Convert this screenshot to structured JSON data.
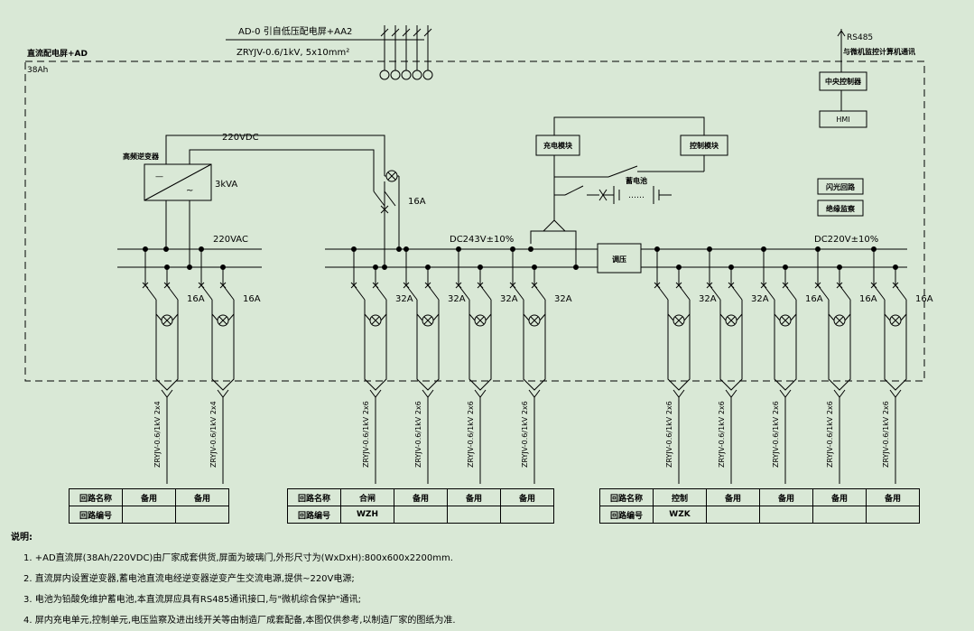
{
  "header": {
    "feed_line1": "AD-0 引自低压配电屏+AA2",
    "feed_line2": "ZRYJV-0.6/1kV, 5x10mm²",
    "panel_name": "直流配电屏+AD",
    "battery": "38Ah",
    "rs485": "RS485",
    "comm_note": "与微机监控计算机通讯"
  },
  "blocks": {
    "central_controller": "中央控制器",
    "hmi": "HMI",
    "charger": "充电模块",
    "control_module": "控制模块",
    "battery_label": "蓄电池",
    "battery_dots": "……",
    "flash_circuit": "闪光回路",
    "insulation_monitor": "绝缘监察",
    "inverter_title": "高频逆变器",
    "inverter_dc": "—",
    "inverter_ac": "~",
    "inverter_rating": "3kVA",
    "dc220_line": "220VDC",
    "ac_bus": "220VAC",
    "dc243_bus": "DC243V±10%",
    "dc220_bus": "DC220V±10%",
    "voltage_regulator": "调压",
    "switch_16a": "16A"
  },
  "feeders": [
    {
      "rating": "16A",
      "cable": "ZRYJV-0.6/1kV 2x4"
    },
    {
      "rating": "16A",
      "cable": "ZRYJV-0.6/1kV 2x4"
    },
    {
      "rating": "32A",
      "cable": "ZRYJV-0.6/1kV 2x6"
    },
    {
      "rating": "32A",
      "cable": "ZRYJV-0.6/1kV 2x6"
    },
    {
      "rating": "32A",
      "cable": "ZRYJV-0.6/1kV 2x6"
    },
    {
      "rating": "32A",
      "cable": "ZRYJV-0.6/1kV 2x6"
    },
    {
      "rating": "32A",
      "cable": "ZRYJV-0.6/1kV 2x6"
    },
    {
      "rating": "32A",
      "cable": "ZRYJV-0.6/1kV 2x6"
    },
    {
      "rating": "16A",
      "cable": "ZRYJV-0.6/1kV 2x6"
    },
    {
      "rating": "16A",
      "cable": "ZRYJV-0.6/1kV 2x6"
    },
    {
      "rating": "16A",
      "cable": "ZRYJV-0.6/1kV 2x6"
    }
  ],
  "tables": {
    "t1": {
      "row1": [
        "回路名称",
        "备用",
        "备用"
      ],
      "row2": [
        "回路编号",
        "",
        ""
      ]
    },
    "t2": {
      "row1": [
        "回路名称",
        "合闸",
        "备用",
        "备用",
        "备用"
      ],
      "row2": [
        "回路编号",
        "WZH",
        "",
        "",
        ""
      ]
    },
    "t3": {
      "row1": [
        "回路名称",
        "控制",
        "备用",
        "备用",
        "备用",
        "备用"
      ],
      "row2": [
        "回路编号",
        "WZK",
        "",
        "",
        "",
        ""
      ]
    }
  },
  "notes": {
    "title": "说明:",
    "items": [
      "1. +AD直流屏(38Ah/220VDC)由厂家成套供货,屏面为玻璃门,外形尺寸为(WxDxH):800x600x2200mm.",
      "2. 直流屏内设置逆变器,蓄电池直流电经逆变器逆变产生交流电源,提供~220V电源;",
      "3. 电池为铅酸免维护蓄电池,本直流屏应具有RS485通讯接口,与\"微机综合保护\"通讯;",
      "4. 屏内充电单元,控制单元,电压监察及进出线开关等由制造厂成套配备,本图仅供参考,以制造厂家的图纸为准."
    ]
  }
}
